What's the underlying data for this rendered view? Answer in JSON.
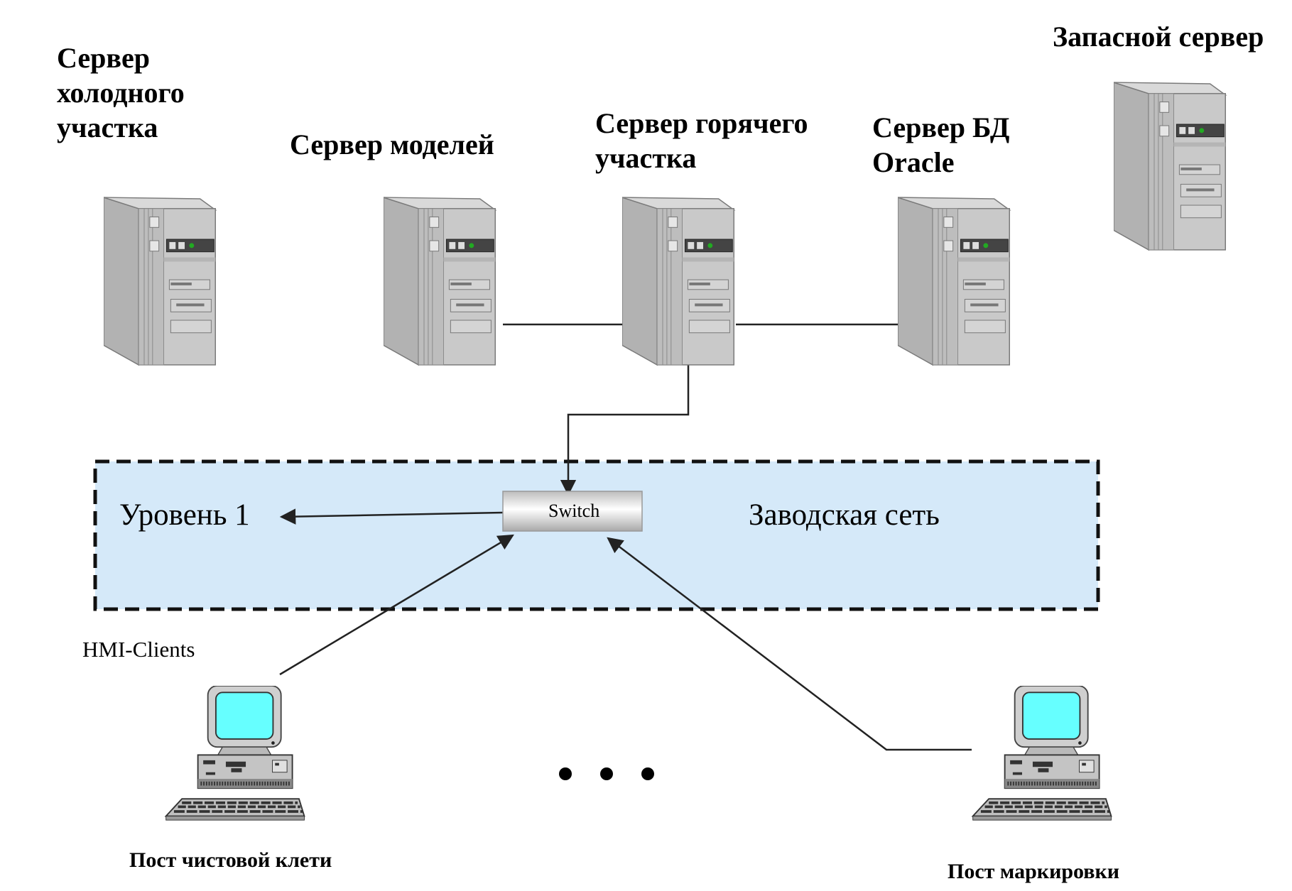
{
  "servers": {
    "cold": "Сервер\nхолодного\nучастка",
    "models": "Сервер моделей",
    "hot": "Сервер горячего\nучастка",
    "db": "Сервер БД\nOracle",
    "spare": "Запасной сервер"
  },
  "network": {
    "level": "Уровень 1",
    "switch": "Switch",
    "plant_network": "Заводская сеть"
  },
  "clients": {
    "group": "HMI-Clients",
    "finishing_stand": "Пост чистовой клети",
    "marking": "Пост маркировки"
  },
  "colors": {
    "network_zone_fill": "#d5e9f9",
    "network_zone_border": "#111111",
    "server_body": "#c9c9c9",
    "monitor_screen": "#66ffff",
    "line": "#222222"
  },
  "icons": {
    "server": "tower-server-icon",
    "workstation": "desktop-pc-icon",
    "ellipsis": "ellipsis-icon"
  }
}
